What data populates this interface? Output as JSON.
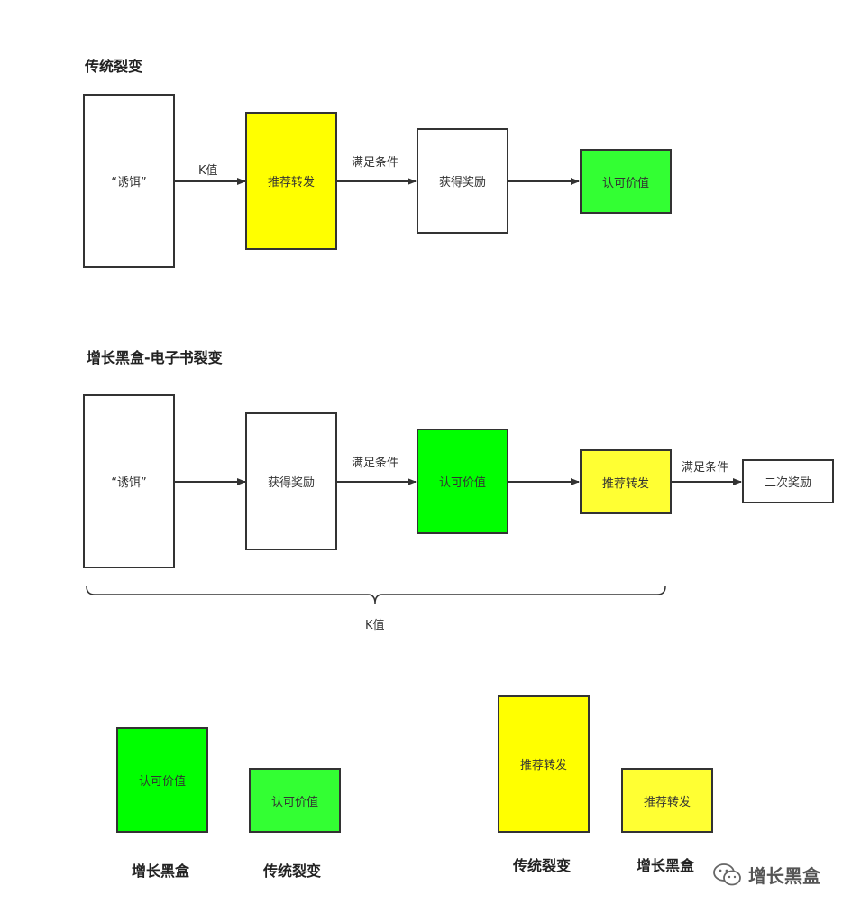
{
  "section1": {
    "title": "传统裂变",
    "bait": "“诱饵”",
    "k_label": "K值",
    "share": "推荐转发",
    "condition": "满足条件",
    "reward": "获得奖励",
    "value": "认可价值"
  },
  "section2": {
    "title": "增长黑盒-电子书裂变",
    "bait": "“诱饵”",
    "reward": "获得奖励",
    "condition1": "满足条件",
    "value": "认可价值",
    "share": "推荐转发",
    "condition2": "满足条件",
    "second_reward": "二次奖励",
    "k_label": "K值"
  },
  "comparison": {
    "value_a": "认可价值",
    "value_b": "认可价值",
    "caption_a": "增长黑盒",
    "caption_b": "传统裂变",
    "share_a": "推荐转发",
    "share_b": "推荐转发",
    "caption_c": "传统裂变",
    "caption_d": "增长黑盒"
  },
  "watermark": {
    "text": "增长黑盒",
    "icon": "wechat-icon"
  },
  "colors": {
    "yellow": "#ffff00",
    "green": "#00ff00",
    "light_yellow": "#ffff33",
    "light_green": "#33ff33",
    "stroke": "#333333"
  }
}
